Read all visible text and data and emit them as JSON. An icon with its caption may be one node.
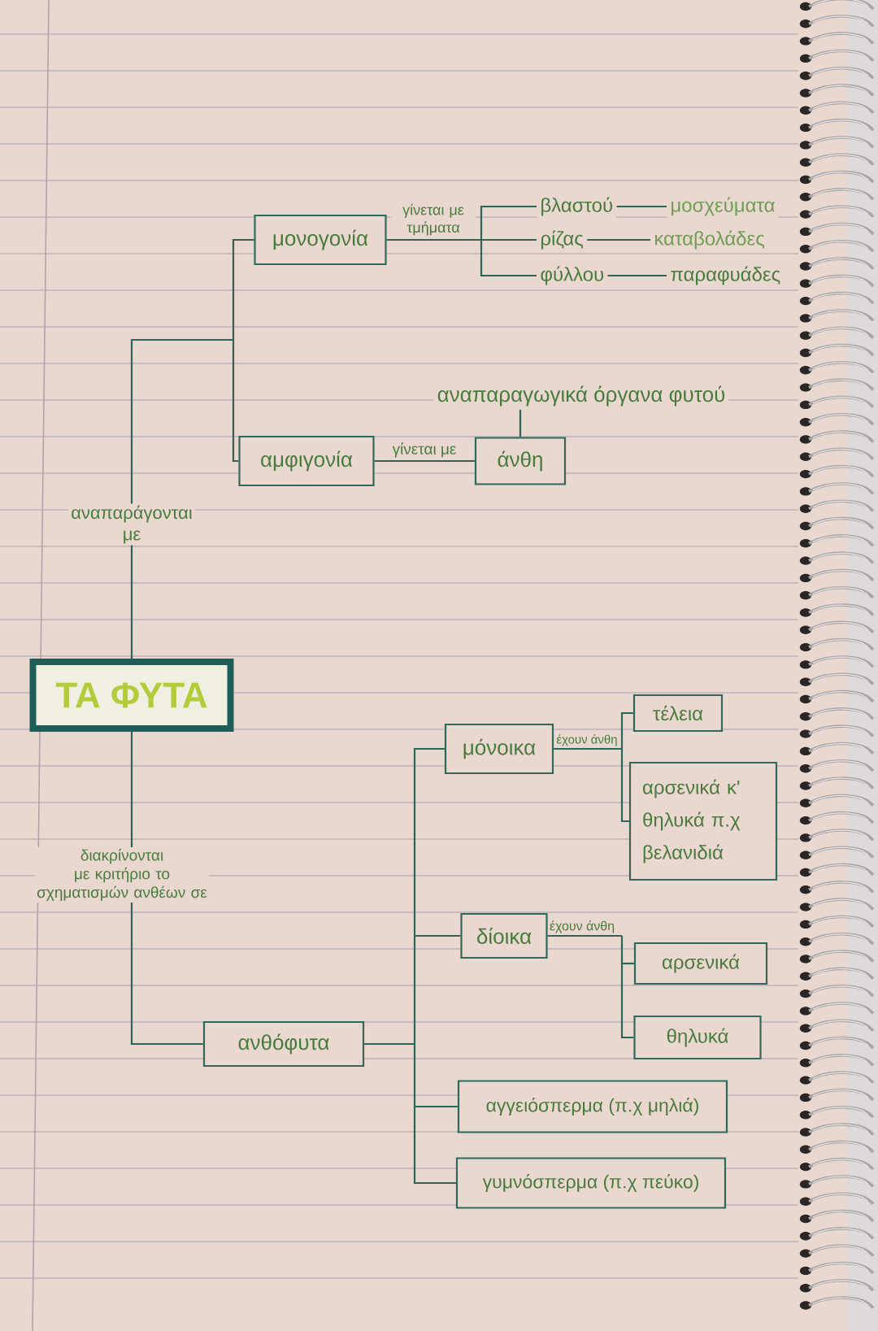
{
  "diagram": {
    "nodes": [
      {
        "text": [
          "ΤΑ ΦΥΤΑ"
        ]
      },
      {
        "text": [
          "μονογονία"
        ]
      },
      {
        "text": [
          "βλαστού"
        ]
      },
      {
        "text": [
          "μοσχεύματα"
        ]
      },
      {
        "text": [
          "ρίζας"
        ]
      },
      {
        "text": [
          "καταβολάδες"
        ]
      },
      {
        "text": [
          "φύλλου"
        ]
      },
      {
        "text": [
          "παραφυάδες"
        ]
      },
      {
        "text": [
          "αμφιγονία"
        ]
      },
      {
        "text": [
          "αναπαραγωγικά όργανα φυτού"
        ]
      },
      {
        "text": [
          "άνθη"
        ]
      },
      {
        "text": [
          "ανθόφυτα"
        ]
      },
      {
        "text": [
          "μόνοικα"
        ]
      },
      {
        "text": [
          "τέλεια"
        ]
      },
      {
        "text": [
          "αρσενικά κ' θηλυκά π.χ βελανιδιά"
        ]
      },
      {
        "text": [
          "δίοικα"
        ]
      },
      {
        "text": [
          "αρσενικά"
        ]
      },
      {
        "text": [
          "θηλυκά"
        ]
      },
      {
        "text": [
          "αγγειόσπερμα (π.χ μηλιά)"
        ]
      },
      {
        "text": [
          "γυμνόσπερμα (π.χ πεύκο)"
        ]
      }
    ],
    "edges": [
      {
        "from": 0,
        "to": 1,
        "arrow": "none",
        "label": "αναπαράγονται με"
      },
      {
        "from": 0,
        "to": 8,
        "arrow": "none"
      },
      {
        "from": 1,
        "to": 2,
        "arrow": "none"
      },
      {
        "from": 1,
        "to": 4,
        "arrow": "none",
        "label": "γίνεται με τμήματα"
      },
      {
        "from": 1,
        "to": 6,
        "arrow": "none"
      },
      {
        "from": 2,
        "to": 3,
        "arrow": "none"
      },
      {
        "from": 4,
        "to": 5,
        "arrow": "none"
      },
      {
        "from": 6,
        "to": 7,
        "arrow": "none"
      },
      {
        "from": 8,
        "to": 10,
        "arrow": "none",
        "label": "γίνεται με"
      },
      {
        "from": 9,
        "to": 10,
        "arrow": "none"
      },
      {
        "from": 0,
        "to": 11,
        "arrow": "none",
        "label": "διακρίνονται με κριτήριο το σχηματισμών ανθέων σε"
      },
      {
        "from": 11,
        "to": 12,
        "arrow": "none"
      },
      {
        "from": 11,
        "to": 15,
        "arrow": "none"
      },
      {
        "from": 11,
        "to": 18,
        "arrow": "none"
      },
      {
        "from": 11,
        "to": 19,
        "arrow": "none"
      },
      {
        "from": 12,
        "to": 13,
        "arrow": "none",
        "label": "έχουν άνθη"
      },
      {
        "from": 12,
        "to": 14,
        "arrow": "none"
      },
      {
        "from": 15,
        "to": 16,
        "arrow": "none",
        "label": "έχουν άνθη"
      },
      {
        "from": 15,
        "to": 17,
        "arrow": "none"
      }
    ]
  }
}
